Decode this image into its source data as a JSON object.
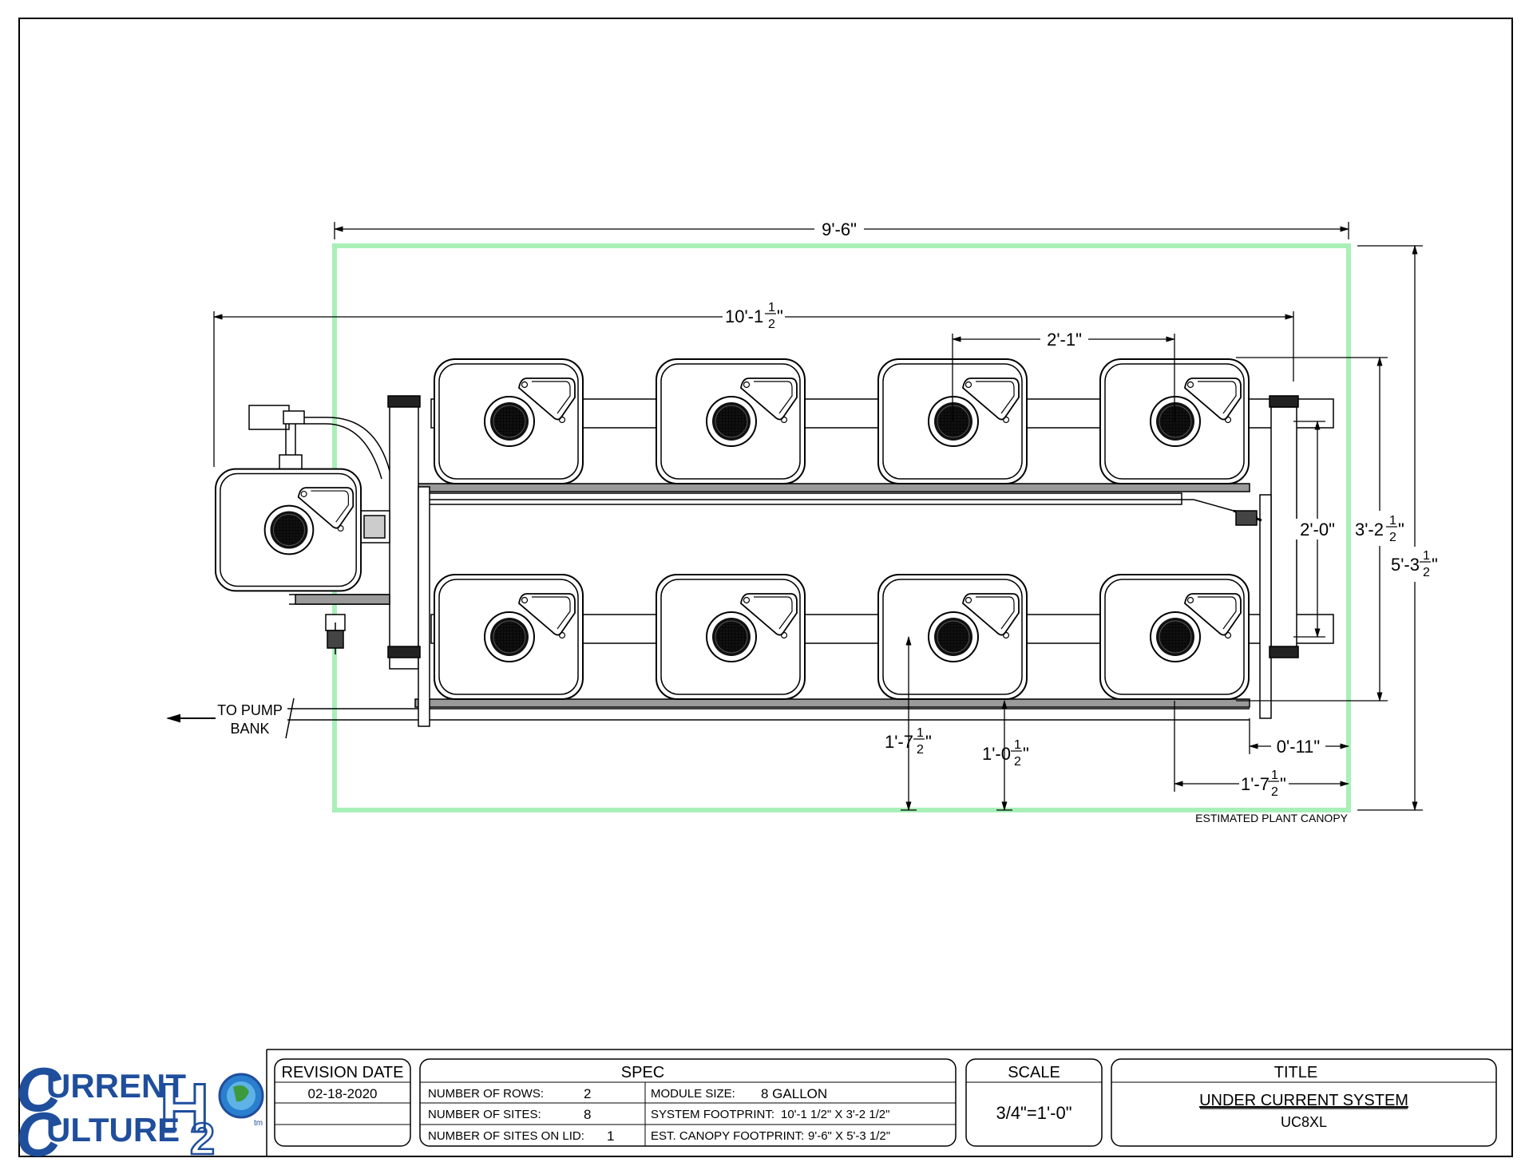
{
  "drawing": {
    "canopy_label": "ESTIMATED PLANT CANOPY",
    "pump_label_line1": "TO PUMP",
    "pump_label_line2": "BANK",
    "canopy_color": "#a8f0b8"
  },
  "dimensions": {
    "canopy_width": "9'-6\"",
    "system_width_main": "10'-1",
    "system_width_num": "1",
    "system_width_den": "2",
    "system_width_end": "\"",
    "module_spacing": "2'-1\"",
    "row_spacing": "2'-0\"",
    "system_depth_main": "3'-2",
    "system_depth_num": "1",
    "system_depth_den": "2",
    "system_depth_end": "\"",
    "canopy_depth_main": "5'-3",
    "canopy_depth_num": "1",
    "canopy_depth_den": "2",
    "canopy_depth_end": "\"",
    "bottom_offset_a_main": "1'-7",
    "bottom_offset_a_num": "1",
    "bottom_offset_a_den": "2",
    "bottom_offset_a_end": "\"",
    "bottom_offset_b_main": "1'-0",
    "bottom_offset_b_num": "1",
    "bottom_offset_b_den": "2",
    "bottom_offset_b_end": "\"",
    "right_offset": "0'-11\"",
    "right_offset_2_main": "1'-7",
    "right_offset_2_num": "1",
    "right_offset_2_den": "2",
    "right_offset_2_end": "\""
  },
  "logo": {
    "line1": "URRENT",
    "line2": "ULTURE",
    "letter_c": "C",
    "h": "H",
    "two": "2",
    "tm": "tm"
  },
  "title_block": {
    "revision_header": "REVISION DATE",
    "revision_date": "02-18-2020",
    "spec_header": "SPEC",
    "rows_label": "NUMBER OF ROWS:",
    "rows_value": "2",
    "sites_label": "NUMBER OF SITES:",
    "sites_value": "8",
    "lid_label": "NUMBER OF SITES ON LID:",
    "lid_value": "1",
    "module_label": "MODULE SIZE:",
    "module_value": "8 GALLON",
    "footprint_label": "SYSTEM FOOTPRINT:",
    "footprint_value": "10'-1 1/2\" X 3'-2 1/2\"",
    "canopy_label": "EST. CANOPY FOOTPRINT:",
    "canopy_value": "9'-6\" X 5'-3 1/2\"",
    "scale_header": "SCALE",
    "scale_value": "3/4\"=1'-0\"",
    "title_header": "TITLE",
    "title_line1": "UNDER CURRENT SYSTEM",
    "title_line2": "UC8XL"
  }
}
